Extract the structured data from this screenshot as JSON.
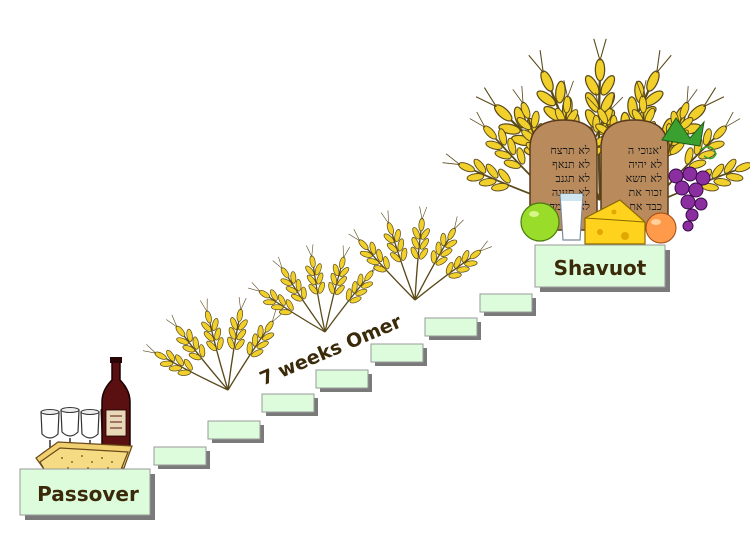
{
  "labels": {
    "start": "Passover",
    "middle": "7 weeks Omer",
    "end": "Shavuot"
  },
  "tablets": {
    "right": [
      "אנוכי ה'",
      "לא יהיה",
      "לא תשא",
      "זכור את",
      "כבד את"
    ],
    "left": [
      "לא תרצח",
      "לא תנאף",
      "לא תגנב",
      "לא תענה",
      "לא תחמד"
    ]
  },
  "icons": [
    "wine-cup-icon",
    "wine-bottle-icon",
    "matzah-icon",
    "wheat-sheaf-icon",
    "ten-commandments-tablets-icon",
    "milk-glass-icon",
    "cheese-icon",
    "apple-icon",
    "peach-icon",
    "grapes-icon"
  ],
  "colors": {
    "step_fill": "#dcfcdc",
    "step_border": "#9a9a9a",
    "wheat": "#f2d02c",
    "wheat_outline": "#5a4a1a",
    "label_text": "#3a2a0a",
    "tablet": "#b88a5c"
  }
}
